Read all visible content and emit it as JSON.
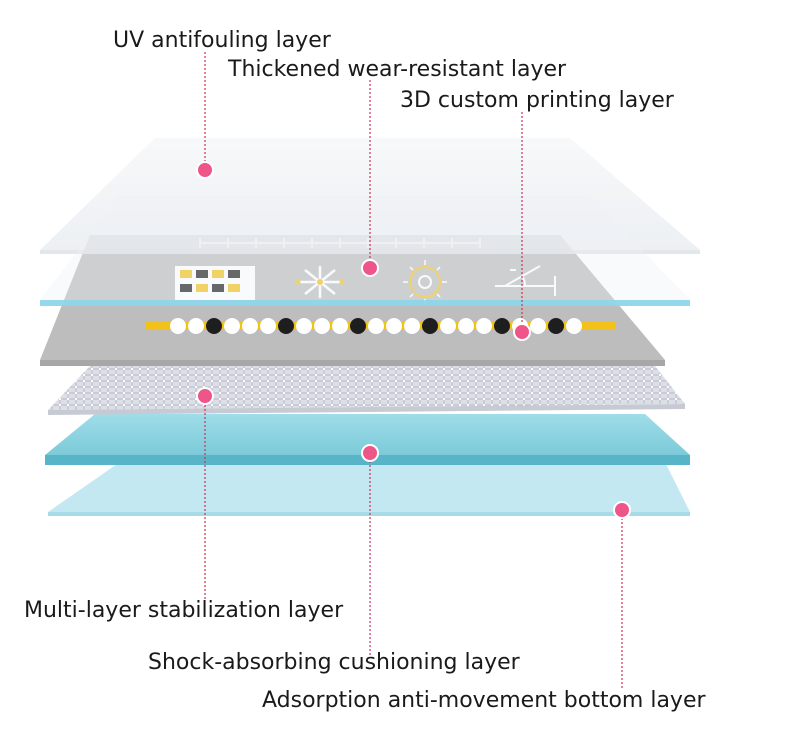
{
  "labels": {
    "uv": "UV antifouling layer",
    "wear": "Thickened wear-resistant layer",
    "print3d": "3D custom printing layer",
    "stabilization": "Multi-layer stabilization layer",
    "cushion": "Shock-absorbing cushioning layer",
    "bottom": "Adsorption anti-movement bottom layer"
  },
  "colors": {
    "marker": "#ee5588",
    "leader": "#cc3355",
    "print_surface": "#b9b9b9",
    "yellow_dot": "#f2c21b",
    "black_dot": "#1e1e1e",
    "cushion": "#88d4e2",
    "bottom": "#bfe6f1"
  },
  "icons": [
    "game-grid-icon",
    "starburst-icon",
    "sun-icon",
    "angle-icon"
  ]
}
